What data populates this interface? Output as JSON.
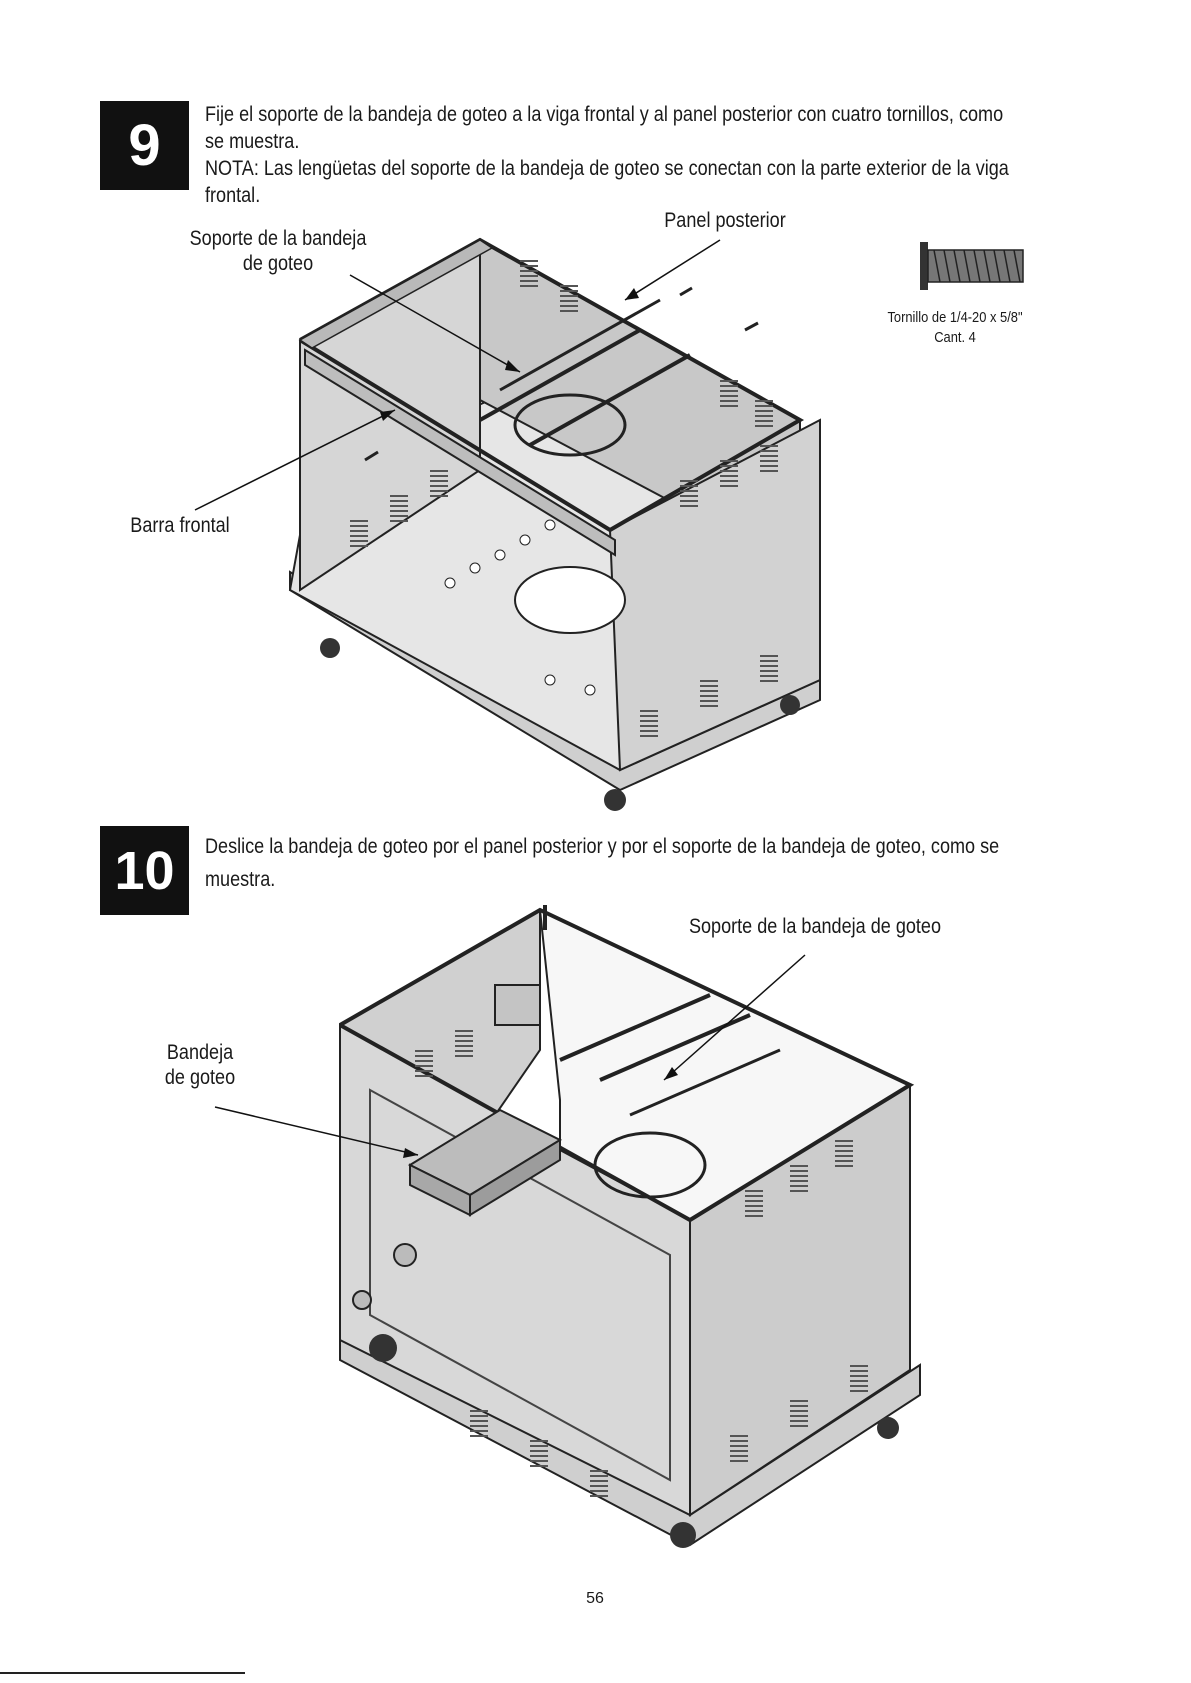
{
  "step9": {
    "number": "9",
    "line1": "Fije el soporte de la bandeja de goteo a la viga frontal y al panel posterior con cuatro tornillos, como",
    "line2": "se muestra.",
    "line3": "NOTA: Las lengüetas del soporte de la bandeja de goteo se conectan con la parte exterior de la viga",
    "line4": "frontal.",
    "labels": {
      "soporte_line1": "Soporte de la bandeja",
      "soporte_line2": "de goteo",
      "panel_posterior": "Panel posterior",
      "barra_frontal": "Barra frontal",
      "tornillo": "Tornillo de 1/4-20 x 5/8\"",
      "cantidad": "Cant. 4"
    }
  },
  "step10": {
    "number": "10",
    "line1": "Deslice la bandeja de goteo por el panel posterior y por el soporte de la bandeja de goteo, como se",
    "line2": "muestra.",
    "labels": {
      "soporte": "Soporte de la bandeja de goteo",
      "bandeja_line1": "Bandeja",
      "bandeja_line2": "de goteo"
    }
  },
  "page_number": "56"
}
